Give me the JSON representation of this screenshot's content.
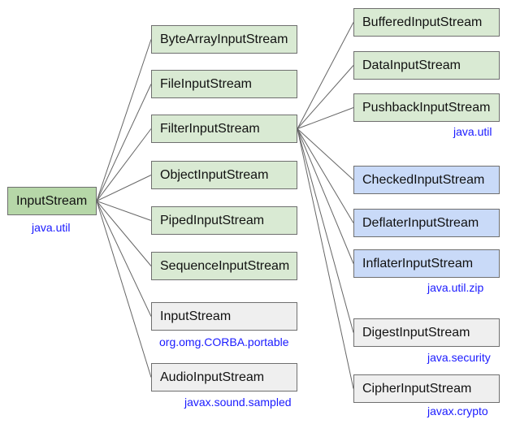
{
  "root": {
    "label": "InputStream",
    "package": "java.util"
  },
  "level1": [
    {
      "label": "ByteArrayInputStream"
    },
    {
      "label": "FileInputStream"
    },
    {
      "label": "FilterInputStream"
    },
    {
      "label": "ObjectInputStream"
    },
    {
      "label": "PipedInputStream"
    },
    {
      "label": "SequenceInputStream"
    },
    {
      "label": "InputStream",
      "package": "org.omg.CORBA.portable"
    },
    {
      "label": "AudioInputStream",
      "package": "javax.sound.sampled"
    }
  ],
  "level2": [
    {
      "label": "BufferedInputStream"
    },
    {
      "label": "DataInputStream"
    },
    {
      "label": "PushbackInputStream",
      "package": "java.util"
    },
    {
      "label": "CheckedInputStream"
    },
    {
      "label": "DeflaterInputStream"
    },
    {
      "label": "InflaterInputStream",
      "package": "java.util.zip"
    },
    {
      "label": "DigestInputStream",
      "package": "java.security"
    },
    {
      "label": "CipherInputStream",
      "package": "javax.crypto"
    }
  ],
  "colors": {
    "green": "#d9ead3",
    "green_dark": "#b6d7a8",
    "blue": "#c9daf8",
    "gray": "#efefef",
    "package_text": "#1a1aff",
    "edge": "#666666"
  }
}
